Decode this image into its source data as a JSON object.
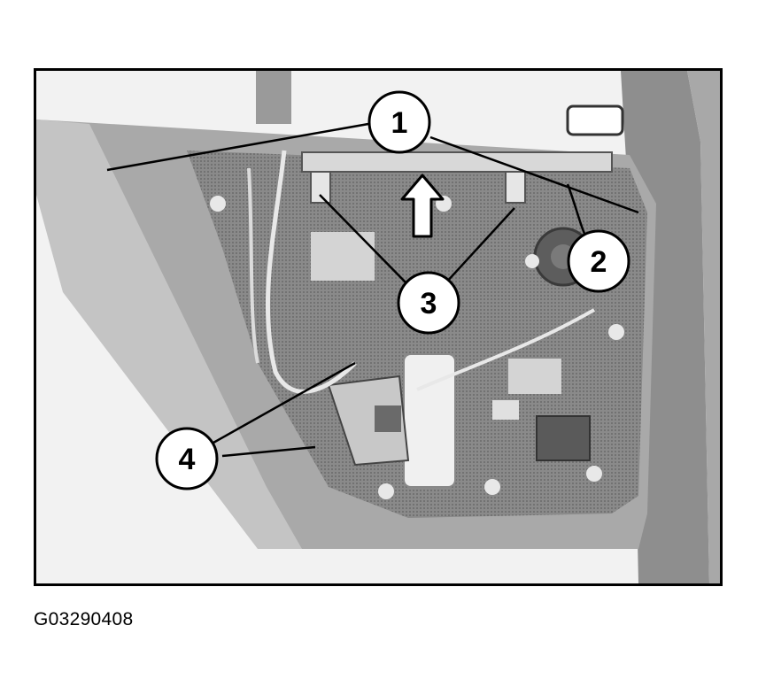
{
  "figure": {
    "id_label": "G03290408"
  },
  "callouts": [
    {
      "label": "1"
    },
    {
      "label": "2"
    },
    {
      "label": "3"
    },
    {
      "label": "4"
    }
  ],
  "colors": {
    "frame": "#000000",
    "background": "#f4f4f4",
    "door_body": "#a9a9a9",
    "inner_panel": "#6e6e6e"
  },
  "icons": {
    "direction_arrow": "arrow-up-icon"
  }
}
